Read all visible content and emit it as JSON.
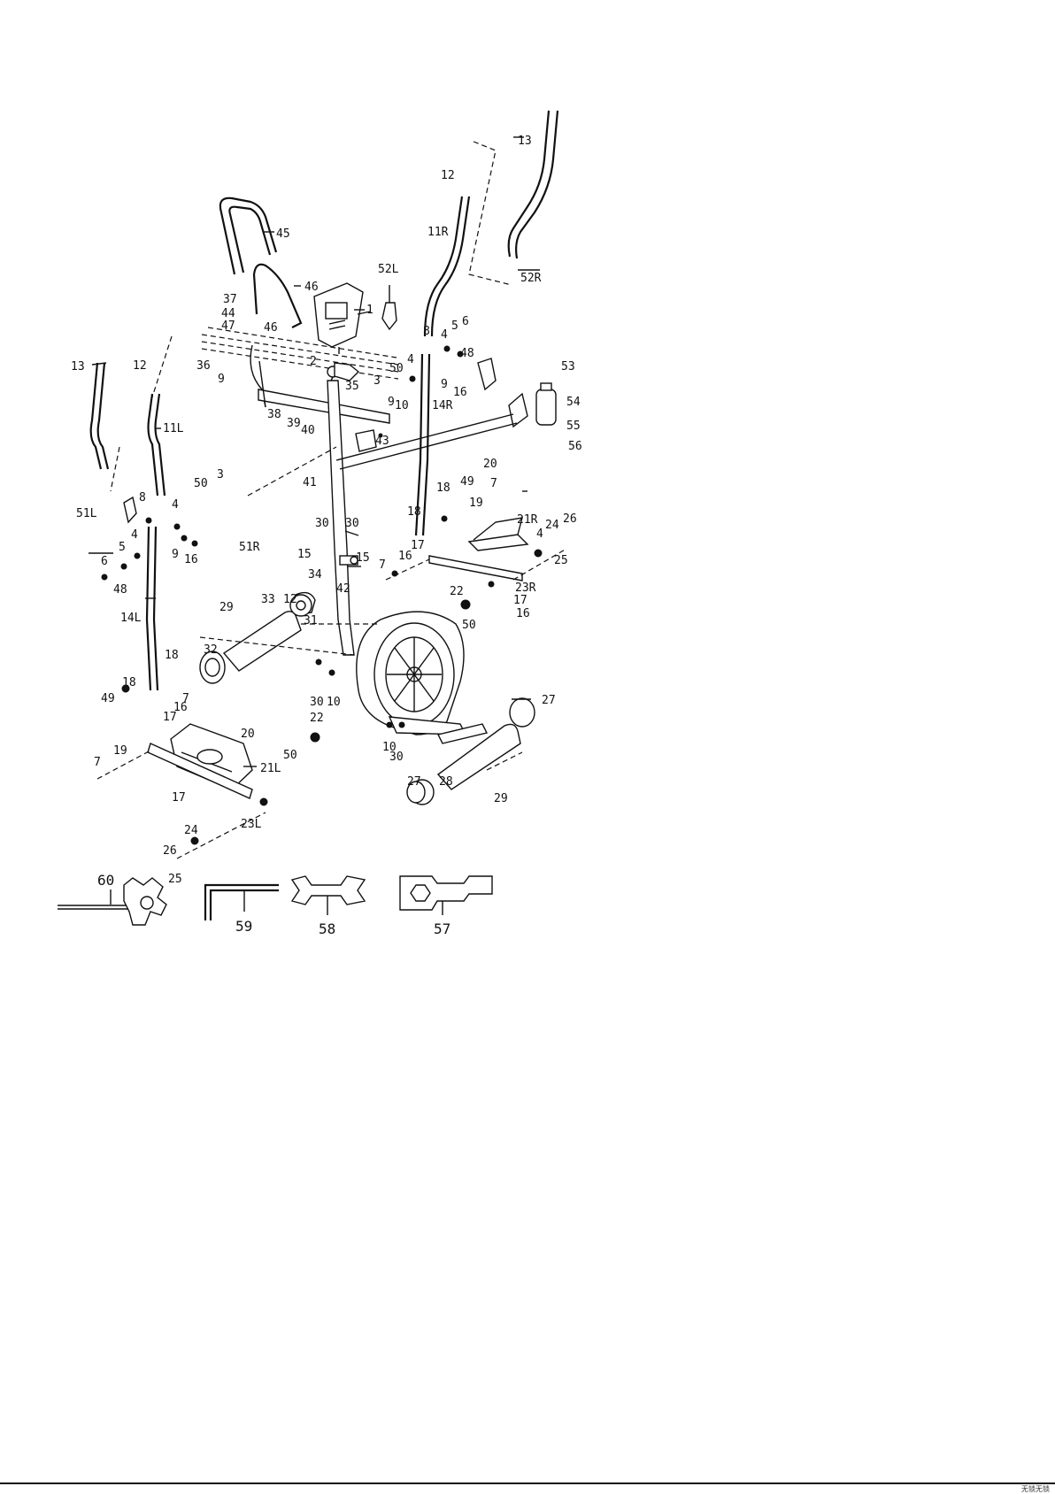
{
  "parts": {
    "p1": "1",
    "p2": "2",
    "p3a": "3",
    "p3b": "3",
    "p4a": "4",
    "p4b": "4",
    "p4c": "4",
    "p4d": "4",
    "p4e": "4",
    "p5a": "5",
    "p5b": "5",
    "p6a": "6",
    "p6b": "6",
    "p7a": "7",
    "p7b": "7",
    "p7c": "7",
    "p7d": "7",
    "p8a": "8",
    "p8b": "8",
    "p9a": "9",
    "p9b": "9",
    "p9c": "9",
    "p9d": "9",
    "p10a": "10",
    "p10b": "10",
    "p10c": "10",
    "p11l": "11L",
    "p11r": "11R",
    "p12a": "12",
    "p12b": "12",
    "p12c": "12",
    "p13a": "13",
    "p13b": "13",
    "p14l": "14L",
    "p14r": "14R",
    "p15a": "15",
    "p15b": "15",
    "p16a": "16",
    "p16b": "16",
    "p16c": "16",
    "p16d": "16",
    "p16e": "16",
    "p17a": "17",
    "p17b": "17",
    "p17c": "17",
    "p17d": "17",
    "p18a": "18",
    "p18b": "18",
    "p18c": "18",
    "p18d": "18",
    "p19a": "19",
    "p19b": "19",
    "p20a": "20",
    "p20b": "20",
    "p21l": "21L",
    "p21r": "21R",
    "p22a": "22",
    "p22b": "22",
    "p23l": "23L",
    "p23r": "23R",
    "p24a": "24",
    "p24b": "24",
    "p25a": "25",
    "p25b": "25",
    "p26a": "26",
    "p26b": "26",
    "p27a": "27",
    "p27b": "27",
    "p28": "28",
    "p29a": "29",
    "p29b": "29",
    "p30a": "30",
    "p30b": "30",
    "p30c": "30",
    "p30d": "30",
    "p31": "31",
    "p32": "32",
    "p33": "33",
    "p34": "34",
    "p35": "35",
    "p36": "36",
    "p37": "37",
    "p38": "38",
    "p39": "39",
    "p40": "40",
    "p41": "41",
    "p42": "42",
    "p43": "43",
    "p44": "44",
    "p45": "45",
    "p46a": "46",
    "p46b": "46",
    "p47": "47",
    "p48a": "48",
    "p48b": "48",
    "p49a": "49",
    "p49b": "49",
    "p50a": "50",
    "p50b": "50",
    "p50c": "50",
    "p50d": "50",
    "p51l": "51L",
    "p51r": "51R",
    "p52l": "52L",
    "p52r": "52R",
    "p53": "53",
    "p54": "54",
    "p55": "55",
    "p56": "56"
  },
  "tools": {
    "t57": "57",
    "t58": "58",
    "t59": "59",
    "t60": "60"
  },
  "footer": {
    "text": "无锁无锁"
  }
}
